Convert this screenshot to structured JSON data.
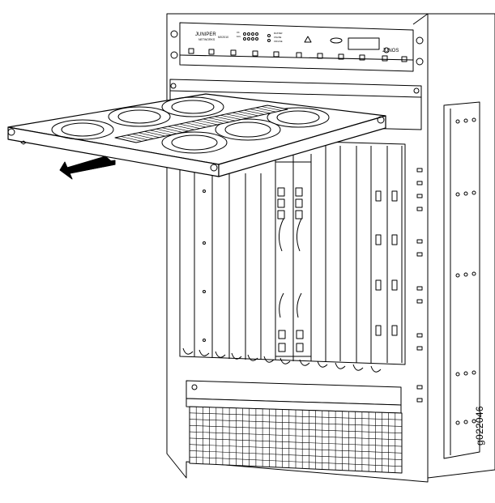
{
  "figure": {
    "id": "g022046",
    "brand": "JUNIPER",
    "brand_small": "NETWORKS",
    "model": "MX2010",
    "os_logo": "JUNOS",
    "panel_small_labels": [
      "OK",
      "FAIL",
      "MASTER",
      "ONLINE",
      "OFFLINE"
    ]
  }
}
